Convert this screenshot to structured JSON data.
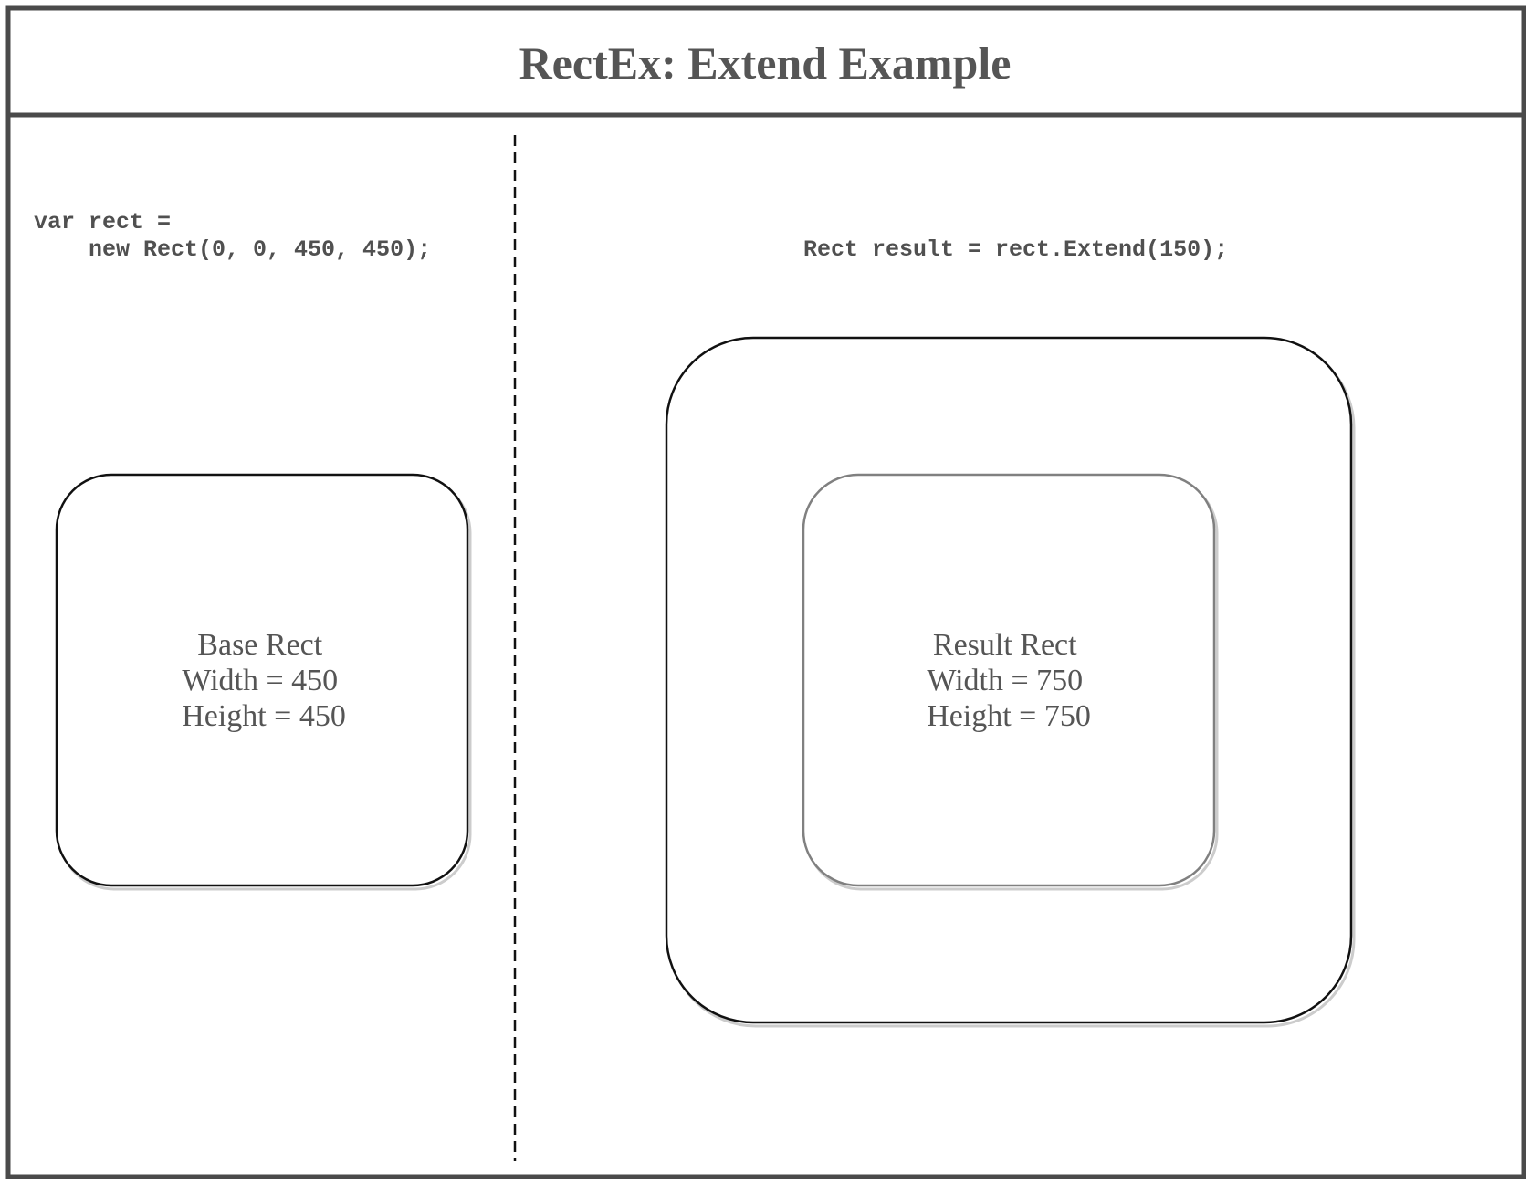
{
  "title": "RectEx: Extend Example",
  "left_panel": {
    "code_lines": [
      "var rect =",
      "    new Rect(0, 0, 450, 450);"
    ],
    "box_label_lines": [
      "Base Rect",
      "Width = 450",
      "Height = 450"
    ]
  },
  "right_panel": {
    "code_lines": [
      "Rect result = rect.Extend(150);"
    ],
    "box_label_lines": [
      "Result Rect",
      "Width = 750",
      "Height = 750"
    ]
  },
  "colors": {
    "frame": "#4a4a4a",
    "text": "#555555",
    "code": "#505050",
    "box_stroke": "#111111",
    "inner_box_stroke": "#808080",
    "shadow": "#cccccc"
  }
}
